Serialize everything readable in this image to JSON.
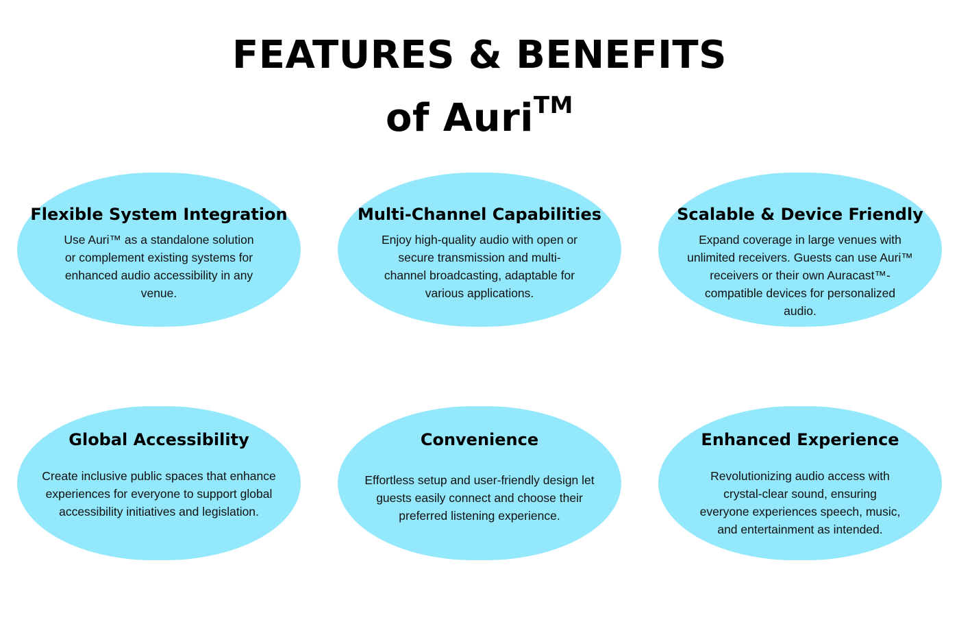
{
  "header": {
    "title_line1": "FEATURES & BENEFITS",
    "title_line2": "of Auri",
    "title_trademark": "TM"
  },
  "colors": {
    "card_fill": "#94e8fc",
    "text": "#000000",
    "background": "#ffffff"
  },
  "features": [
    {
      "title": "Flexible System Integration",
      "description": "Use Auri™ as a standalone solution or complement existing systems for enhanced audio accessibility in any venue."
    },
    {
      "title": "Multi-Channel Capabilities",
      "description": "Enjoy high-quality audio with open or secure transmission and multi-channel broadcasting, adaptable for various applications."
    },
    {
      "title": "Scalable & Device Friendly",
      "description": "Expand coverage in large venues with unlimited receivers. Guests can use Auri™ receivers or their own Auracast™-compatible devices for personalized audio."
    },
    {
      "title": "Global Accessibility",
      "description": "Create inclusive public spaces that enhance experiences for everyone to support global accessibility initiatives and legislation."
    },
    {
      "title": "Convenience",
      "description": "Effortless setup and user-friendly design let guests easily connect and choose their preferred listening experience."
    },
    {
      "title": "Enhanced Experience",
      "description": "Revolutionizing audio access with crystal-clear sound, ensuring everyone experiences speech, music, and entertainment as intended."
    }
  ]
}
